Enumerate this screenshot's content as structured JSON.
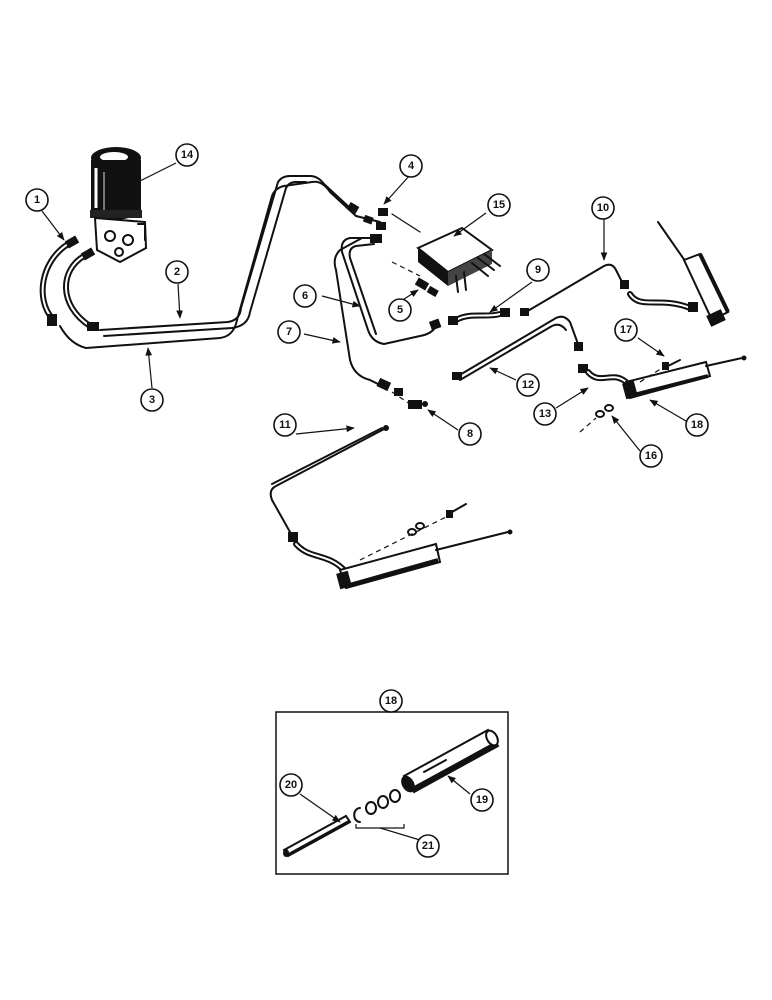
{
  "callouts": {
    "c1": "1",
    "c2": "2",
    "c3": "3",
    "c4": "4",
    "c5": "5",
    "c6": "6",
    "c7": "7",
    "c8": "8",
    "c9": "9",
    "c10": "10",
    "c11": "11",
    "c12": "12",
    "c13": "13",
    "c14": "14",
    "c15": "15",
    "c16": "16",
    "c17": "17",
    "c18a": "18",
    "c18b": "18",
    "c19": "19",
    "c20": "20",
    "c21": "21"
  }
}
